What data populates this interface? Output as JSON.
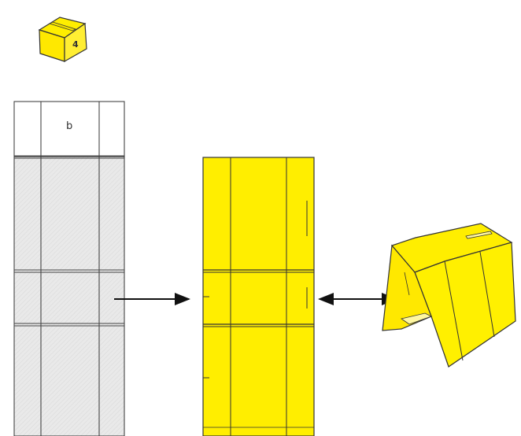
{
  "colors": {
    "panel_yellow": "#ffee00",
    "panel_gray": "#e6e6e6",
    "outline": "#333333",
    "background": "#ffffff"
  },
  "icon": {
    "name": "cardboard-box-icon",
    "label": "4"
  },
  "flat_template": {
    "top_label": "b"
  },
  "arrows": [
    {
      "name": "arrow-to-yellow-blank",
      "direction": "right"
    },
    {
      "name": "arrow-to-folded-shape",
      "direction": "both"
    }
  ]
}
